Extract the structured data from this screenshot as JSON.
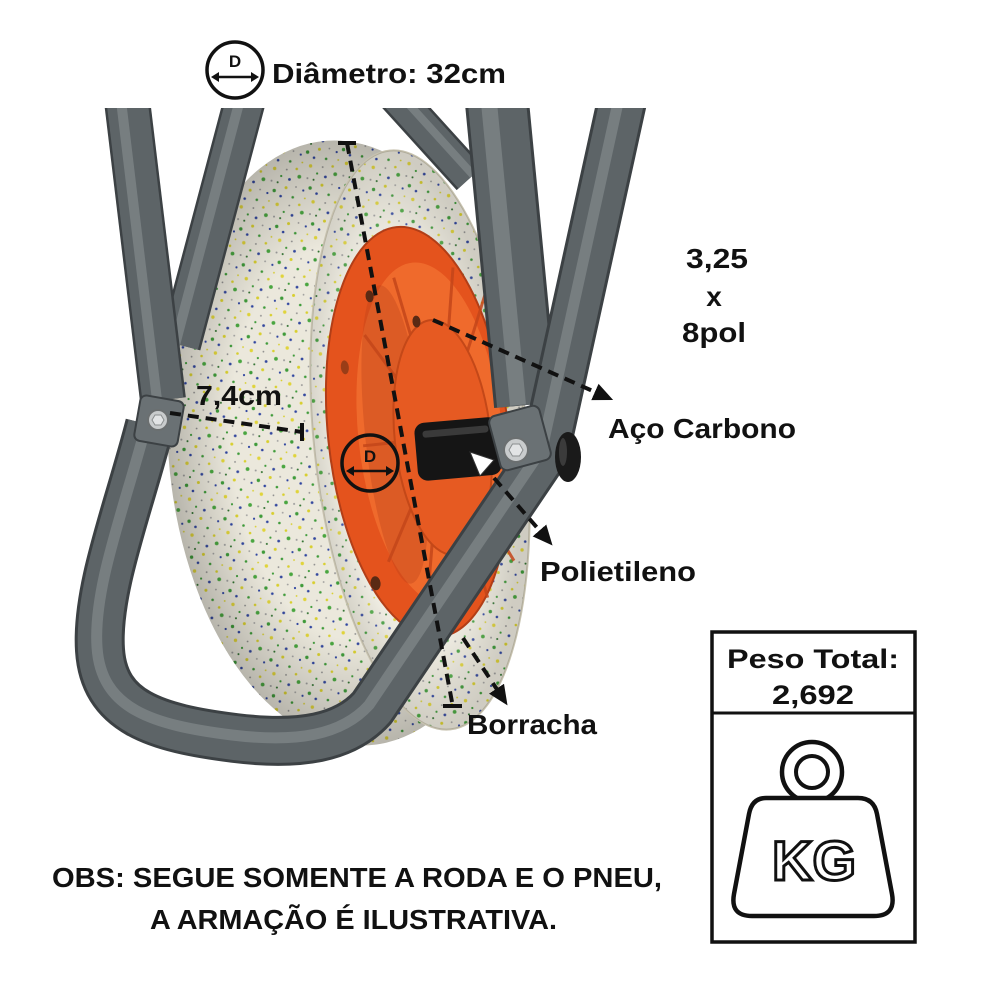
{
  "callouts": {
    "diameter": "Diâmetro: 32cm",
    "tire_size": {
      "width": "3,25",
      "separator": "x",
      "rim": "8pol"
    },
    "tread_width": "7,4cm",
    "rim_material": "Aço Carbono",
    "hub_material": "Polietileno",
    "tire_material": "Borracha"
  },
  "icons": {
    "diameter_icon": {
      "name": "diameter-icon",
      "letter": "D"
    },
    "hub_diameter_icon": {
      "name": "diameter-icon",
      "letter": "D"
    },
    "weight_icon": {
      "name": "kettlebell-weight-icon",
      "letter": "KG"
    }
  },
  "weight_box": {
    "title": "Peso Total:",
    "value": "2,692"
  },
  "note": {
    "line1": "OBS: SEGUE SOMENTE A RODA E O PNEU,",
    "line2": "A ARMAÇÃO É ILUSTRATIVA."
  },
  "colors": {
    "frame": "#5d6467",
    "frame_highlight": "#7b8285",
    "frame_edge": "#3c4144",
    "rim": "#e4531d",
    "tire": "#ebe8dc",
    "axle": "#151515",
    "ink": "#111111"
  }
}
